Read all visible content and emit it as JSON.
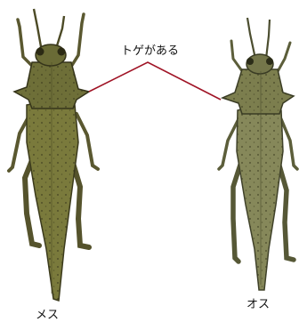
{
  "callout": {
    "text": "トゲがある",
    "line_color": "#a01426"
  },
  "female": {
    "label": "メス",
    "body_color": "#7a7a3c",
    "dark_color": "#3b3a1c"
  },
  "male": {
    "label": "オス",
    "body_color": "#86885a",
    "dark_color": "#40422a"
  }
}
